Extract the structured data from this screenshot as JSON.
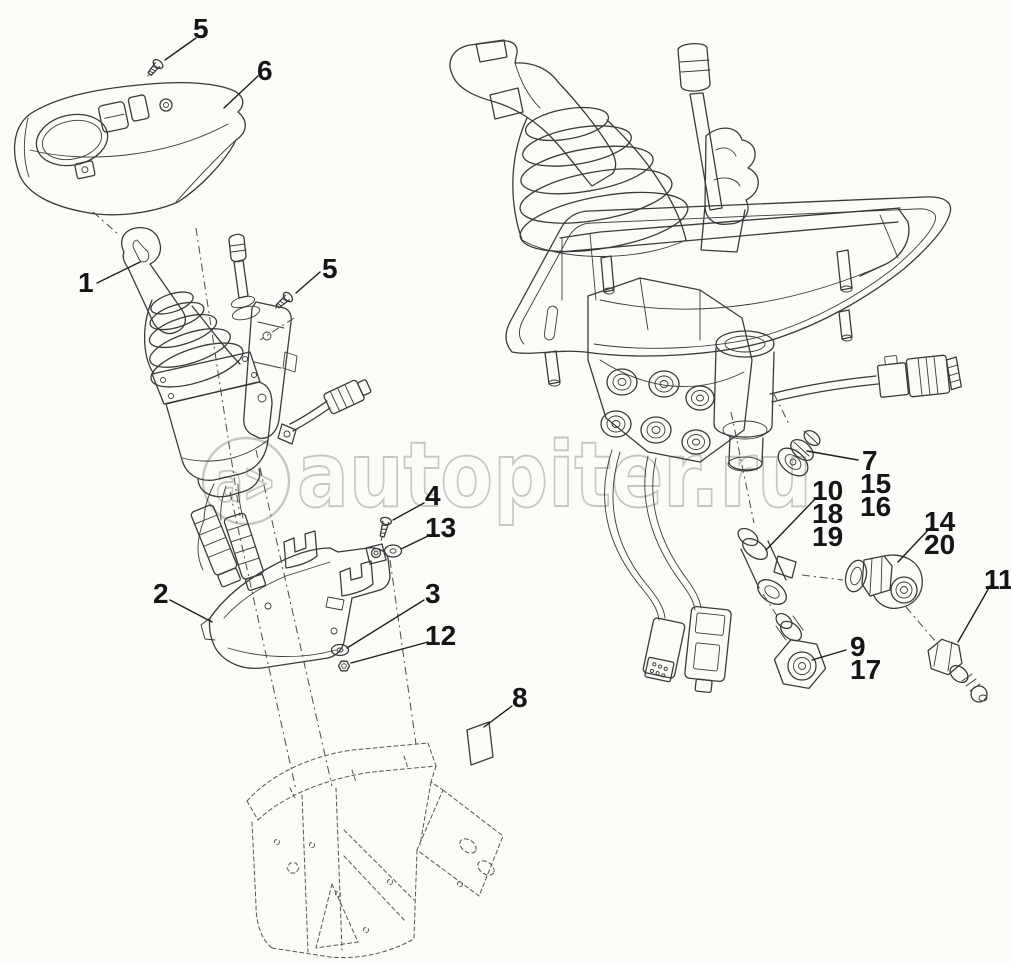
{
  "watermark": {
    "logo": "a>",
    "site": "autopiter.ru"
  },
  "colors": {
    "background": "#fbfbf8",
    "line": "#3a3a3a",
    "watermark": "#c6c6c2",
    "callout": "#151515"
  },
  "callouts": {
    "c5a": "5",
    "c6": "6",
    "c1": "1",
    "c5b": "5",
    "c4": "4",
    "c13": "13",
    "c2": "2",
    "c3": "3",
    "c12": "12",
    "c8": "8",
    "c7": "7",
    "c15": "15",
    "c16": "16",
    "c10": "10",
    "c18": "18",
    "c19": "19",
    "c14": "14",
    "c20": "20",
    "c11": "11",
    "c9": "9",
    "c17": "17"
  }
}
